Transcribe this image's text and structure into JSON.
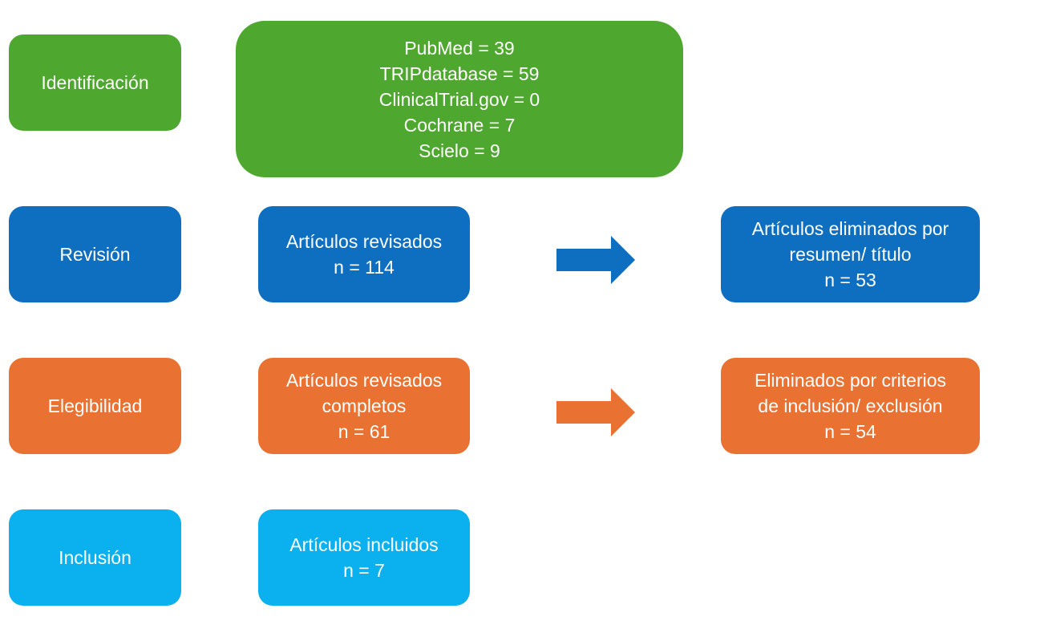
{
  "stages": {
    "identificacion": "Identificación",
    "revision": "Revisión",
    "elegibilidad": "Elegibilidad",
    "inclusion": "Inclusión"
  },
  "sources": [
    "PubMed = 39",
    "TRIPdatabase = 59",
    "ClinicalTrial.gov = 0",
    "Cochrane = 7",
    "Scielo = 9"
  ],
  "revisados": {
    "line1": "Artículos revisados",
    "line2": "n = 114"
  },
  "completos": {
    "line1": "Artículos revisados",
    "line2": "completos",
    "line3": "n = 61"
  },
  "incluidos": {
    "line1": "Artículos incluidos",
    "line2": "n = 7"
  },
  "eliminados_resumen": {
    "line1": "Artículos eliminados por",
    "line2": "resumen/ título",
    "line3": "n = 53"
  },
  "eliminados_criterios": {
    "line1": "Eliminados por criterios",
    "line2": "de inclusión/ exclusión",
    "line3": "n = 54"
  },
  "colors": {
    "identificacion": "#4ea72e",
    "revision": "#0e6fc1",
    "elegibilidad": "#e97132",
    "inclusion": "#0bb0ef"
  }
}
